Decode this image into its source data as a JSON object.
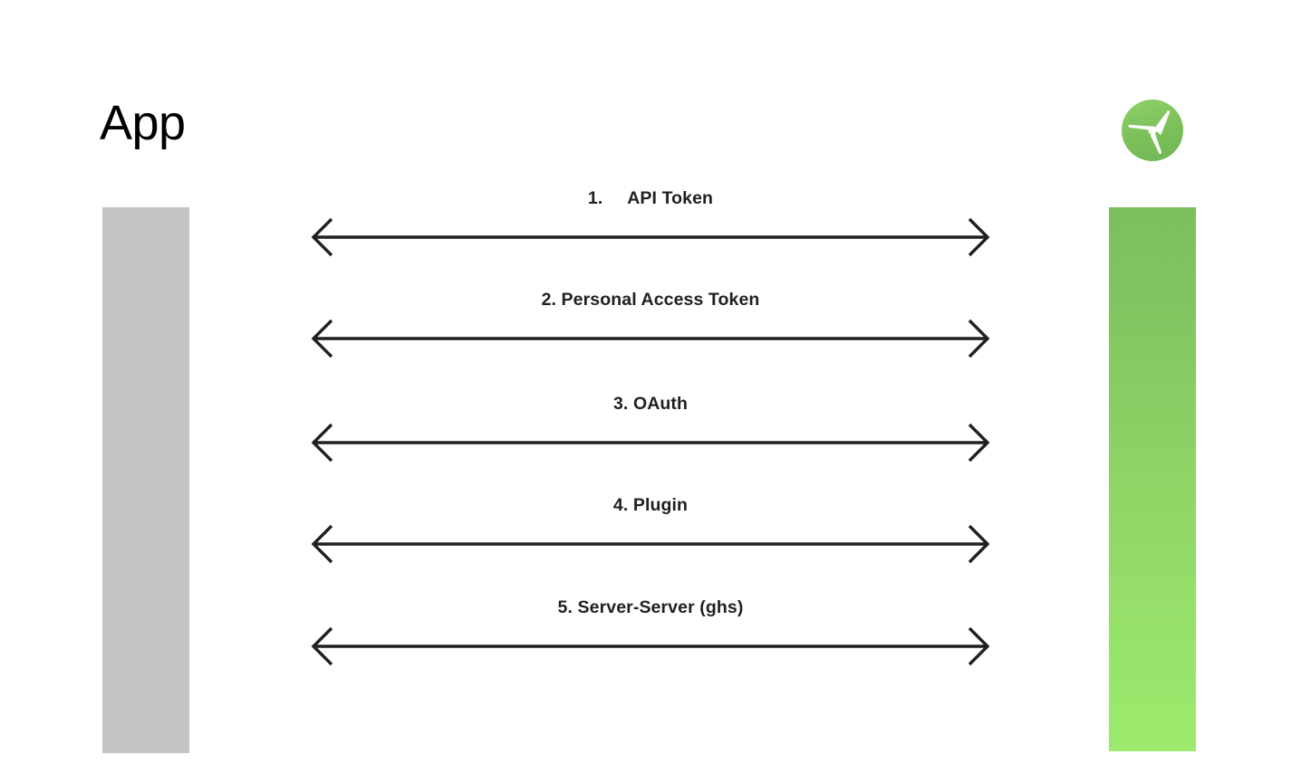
{
  "diagram": {
    "title": "App",
    "left_actor": {
      "name": "App",
      "lifeline_color": "#c4c4c4"
    },
    "right_actor": {
      "logo_icon": "propeller-logo-icon",
      "lifeline_gradient_top": "#7cbe5b",
      "lifeline_gradient_bottom": "#9ceb6d"
    },
    "arrow_color": "#231f20",
    "messages": [
      {
        "index": "1.",
        "label": "1.     API Token",
        "direction": "bidirectional"
      },
      {
        "index": "2.",
        "label": "2. Personal Access Token",
        "direction": "bidirectional"
      },
      {
        "index": "3.",
        "label": "3. OAuth",
        "direction": "bidirectional"
      },
      {
        "index": "4.",
        "label": "4. Plugin",
        "direction": "bidirectional"
      },
      {
        "index": "5.",
        "label": "5. Server-Server (ghs)",
        "direction": "bidirectional"
      }
    ]
  }
}
